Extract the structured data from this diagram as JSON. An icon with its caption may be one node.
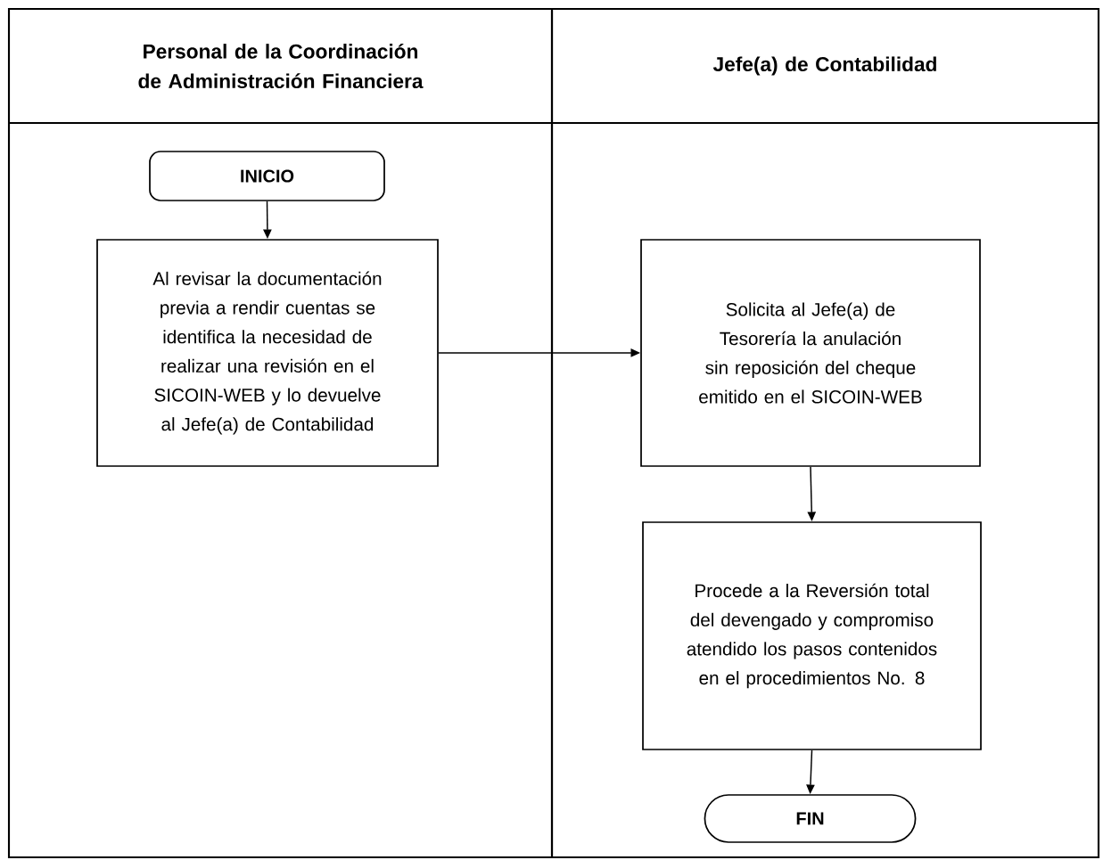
{
  "diagram": {
    "nodes": [
      {
        "text": [
          "Personal de la Coordinación de Administración Financiera"
        ]
      },
      {
        "text": [
          "Jefe(a) de Contabilidad"
        ]
      },
      {
        "text": [
          "INICIO"
        ],
        "in": 0
      },
      {
        "text": [
          "Al revisar la documentación previa a rendir cuentas se identifica la necesidad de realizar una revisión en el SICOIN-WEB y lo devuelve al Jefe(a) de Contabilidad"
        ],
        "in": 0
      },
      {
        "text": [
          "Solicita al Jefe(a) de Tesorería la anulación sin reposición del cheque emitido en el SICOIN-WEB"
        ],
        "in": 1
      },
      {
        "text": [
          "Procede a la Reversión total del devengado y compromiso atendido los pasos contenidos en el procedimientos No. 8"
        ],
        "in": 1
      },
      {
        "text": [
          "FIN"
        ],
        "in": 1
      }
    ],
    "edges": [
      {
        "from": 2,
        "to": 3,
        "arrow": "to"
      },
      {
        "from": 3,
        "to": 4,
        "arrow": "to"
      },
      {
        "from": 4,
        "to": 5,
        "arrow": "to"
      },
      {
        "from": 5,
        "to": 6,
        "arrow": "to"
      }
    ]
  }
}
